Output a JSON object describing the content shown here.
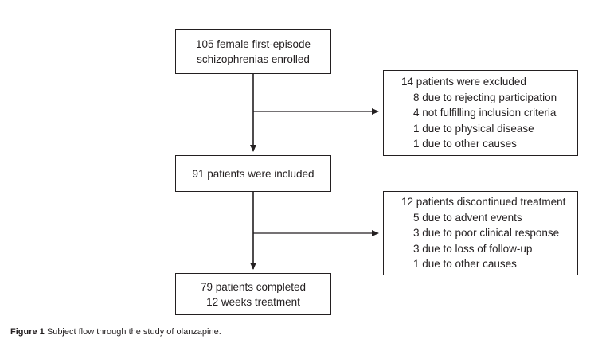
{
  "figure": {
    "caption_label": "Figure 1",
    "caption_text": "Subject flow through the study of olanzapine.",
    "stroke_color": "#231f20",
    "background_color": "#ffffff"
  },
  "chart_data": {
    "type": "diagram",
    "title": "Subject flow through the study of olanzapine",
    "nodes": [
      {
        "id": "enrolled",
        "lines": [
          {
            "text": "105 female first-episode",
            "indent": false
          },
          {
            "text": "schizophrenias enrolled",
            "indent": false
          }
        ]
      },
      {
        "id": "excluded",
        "lines": [
          {
            "text": "14 patients were excluded",
            "indent": false
          },
          {
            "text": "8 due to rejecting participation",
            "indent": true
          },
          {
            "text": "4 not fulfilling inclusion criteria",
            "indent": true
          },
          {
            "text": "1 due to physical disease",
            "indent": true
          },
          {
            "text": "1 due to other causes",
            "indent": true
          }
        ]
      },
      {
        "id": "included",
        "lines": [
          {
            "text": "91 patients were included",
            "indent": false
          }
        ]
      },
      {
        "id": "discontinued",
        "lines": [
          {
            "text": "12 patients discontinued treatment",
            "indent": false
          },
          {
            "text": "5 due to advent events",
            "indent": true
          },
          {
            "text": "3 due to poor clinical response",
            "indent": true
          },
          {
            "text": "3 due to loss of follow-up",
            "indent": true
          },
          {
            "text": "1 due to other causes",
            "indent": true
          }
        ]
      },
      {
        "id": "completed",
        "lines": [
          {
            "text": "79 patients completed",
            "indent": false
          },
          {
            "text": "12 weeks treatment",
            "indent": false
          }
        ]
      }
    ],
    "edges": [
      {
        "from": "enrolled",
        "to": "included",
        "direction": "down"
      },
      {
        "from": "enrolled",
        "to": "excluded",
        "direction": "right"
      },
      {
        "from": "included",
        "to": "completed",
        "direction": "down"
      },
      {
        "from": "included",
        "to": "discontinued",
        "direction": "right"
      }
    ]
  }
}
